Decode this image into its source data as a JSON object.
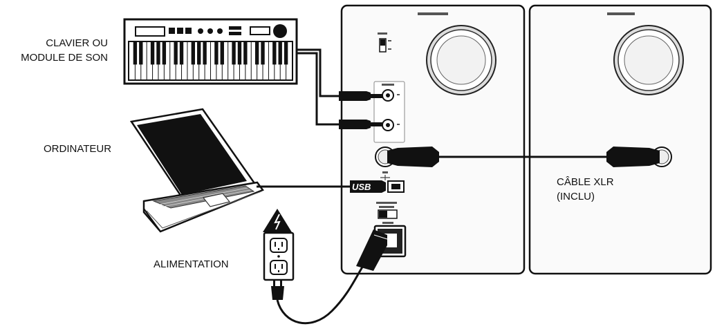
{
  "labels": {
    "keyboard_line1": "CLAVIER OU",
    "keyboard_line2": "MODULE DE SON",
    "computer": "ORDINATEUR",
    "power": "ALIMENTATION",
    "xlr_line1": "CÂBLE XLR",
    "xlr_line2": "(INCLU)",
    "usb": "USB"
  },
  "colors": {
    "line": "#111111",
    "fill": "#ffffff",
    "panel": "#fafafa"
  }
}
